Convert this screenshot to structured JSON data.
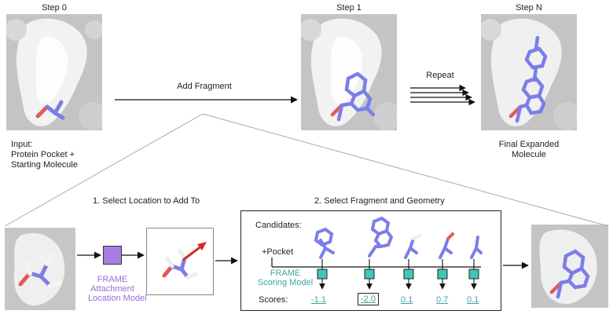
{
  "steps": {
    "step0": "Step 0",
    "step1": "Step 1",
    "stepN": "Step N"
  },
  "arrows": {
    "add_fragment": "Add Fragment",
    "repeat": "Repeat"
  },
  "captions": {
    "input_line1": "Input:",
    "input_line2": "Protein Pocket +",
    "input_line3": "Starting Molecule",
    "final_line1": "Final Expanded",
    "final_line2": "Molecule"
  },
  "section1": {
    "title": "1. Select Location to Add To",
    "model_line1": "FRAME",
    "model_line2": "Attachment",
    "model_line3": "Location Model"
  },
  "section2": {
    "title": "2. Select Fragment and Geometry",
    "candidates_label": "Candidates:",
    "pocket_label": "+Pocket",
    "model_line1": "FRAME",
    "model_line2": "Scoring Model",
    "scores_label": "Scores:",
    "scores": [
      "-1.1",
      "-2.0",
      "0.1",
      "0.7",
      "0.1"
    ],
    "selected_index": 1
  },
  "colors": {
    "molecule": "#7b7ee8",
    "oxygen": "#e05a5a",
    "surface": "#d6d6d6",
    "teal": "#3aa89e",
    "purple": "#a77de0",
    "arrow_red": "#d42a2a"
  }
}
